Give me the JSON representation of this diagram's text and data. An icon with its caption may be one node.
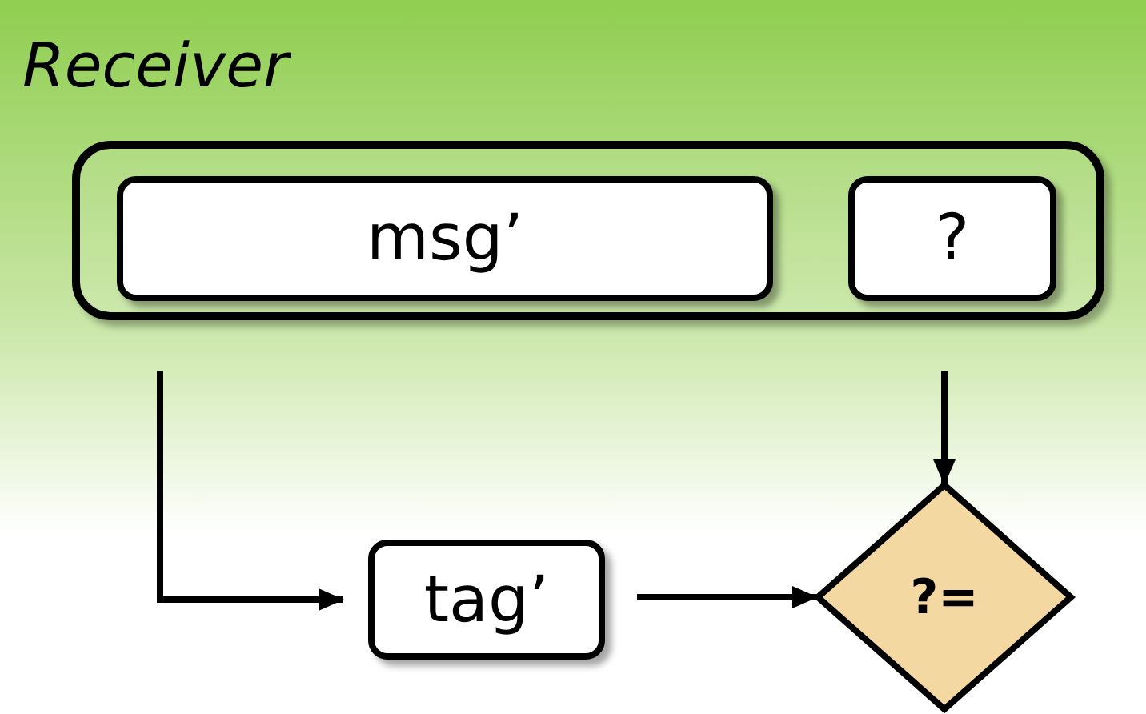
{
  "diagram": {
    "nodes": [
      {
        "text": [],
        "shape": "box"
      },
      {
        "text": [
          "msg’"
        ],
        "in": 0
      },
      {
        "text": [
          "?"
        ],
        "in": 0
      },
      {
        "text": [
          "tag’"
        ]
      },
      {
        "text": [
          "?="
        ]
      }
    ],
    "edges": [
      {
        "from": 1,
        "to": 3,
        "arrow": "to"
      },
      {
        "from": 3,
        "to": 4,
        "arrow": "to"
      },
      {
        "from": 2,
        "to": 4,
        "arrow": "to"
      }
    ],
    "labels": [
      "Receiver"
    ]
  }
}
